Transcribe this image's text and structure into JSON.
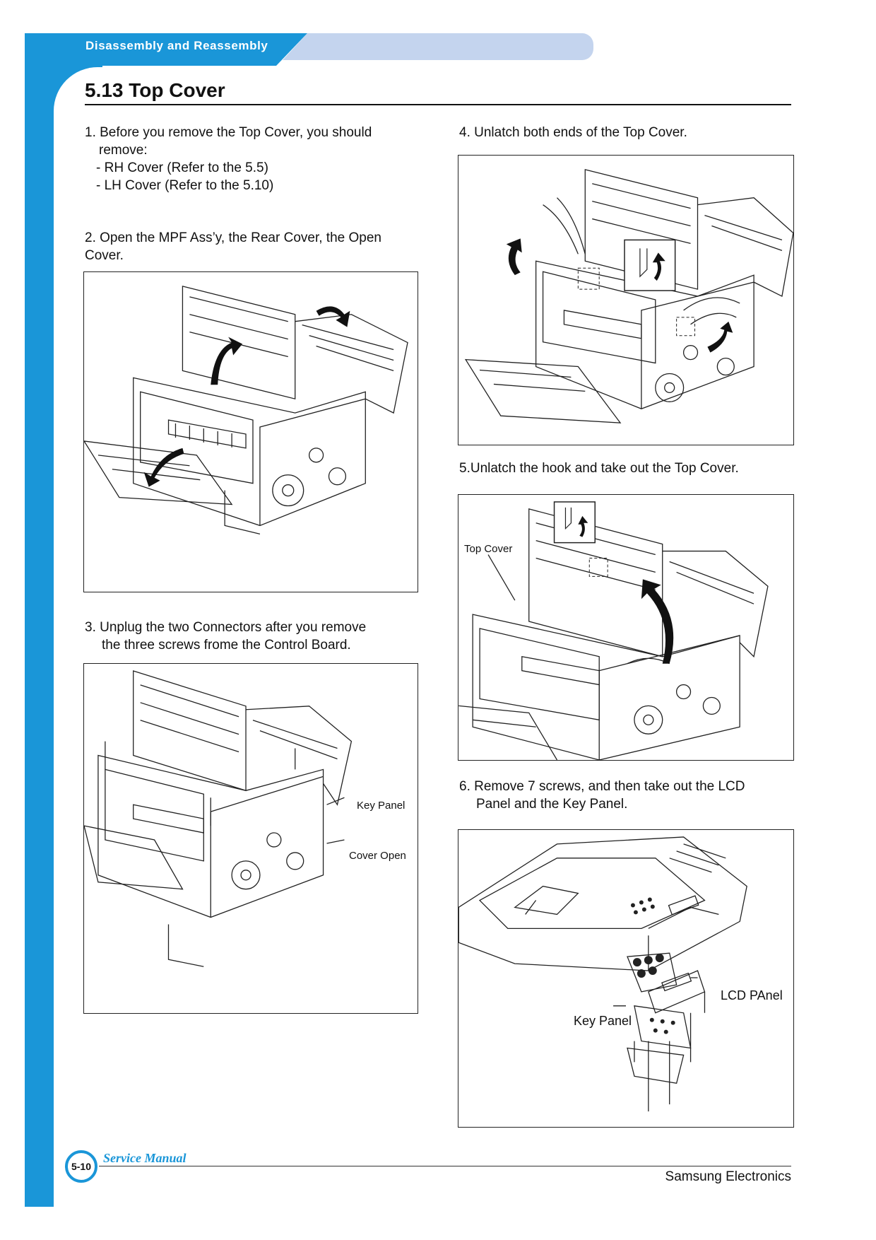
{
  "header": {
    "section": "Disassembly and Reassembly"
  },
  "title": "5.13 Top Cover",
  "steps": {
    "s1": {
      "line1": "1. Before you remove the Top Cover, you should",
      "line2": "remove:",
      "items": [
        "- RH Cover (Refer to the 5.5)",
        "- LH Cover (Refer to the 5.10)"
      ]
    },
    "s2": {
      "line1": "2. Open the MPF Ass’y, the Rear Cover, the Open",
      "line2": "Cover."
    },
    "s3": {
      "line1": "3. Unplug the two Connectors after you remove",
      "line2": "the three screws frome the Control Board."
    },
    "s4": {
      "line1": "4. Unlatch both ends of the Top Cover."
    },
    "s5": {
      "line1": "5.Unlatch the hook and take out the Top Cover."
    },
    "s6": {
      "line1": "6. Remove 7 screws, and then take out the LCD",
      "line2": "Panel and the Key Panel."
    }
  },
  "callouts": {
    "fig3_key_panel": "Key Panel",
    "fig3_cover_open": "Cover Open",
    "fig5_top_cover": "Top Cover",
    "fig6_lcd_panel": "LCD PAnel",
    "fig6_key_panel": "Key Panel"
  },
  "footer": {
    "page": "5-10",
    "manual": "Service Manual",
    "company": "Samsung Electronics"
  },
  "colors": {
    "accent": "#1a96d8",
    "band": "#c4d4ee"
  }
}
